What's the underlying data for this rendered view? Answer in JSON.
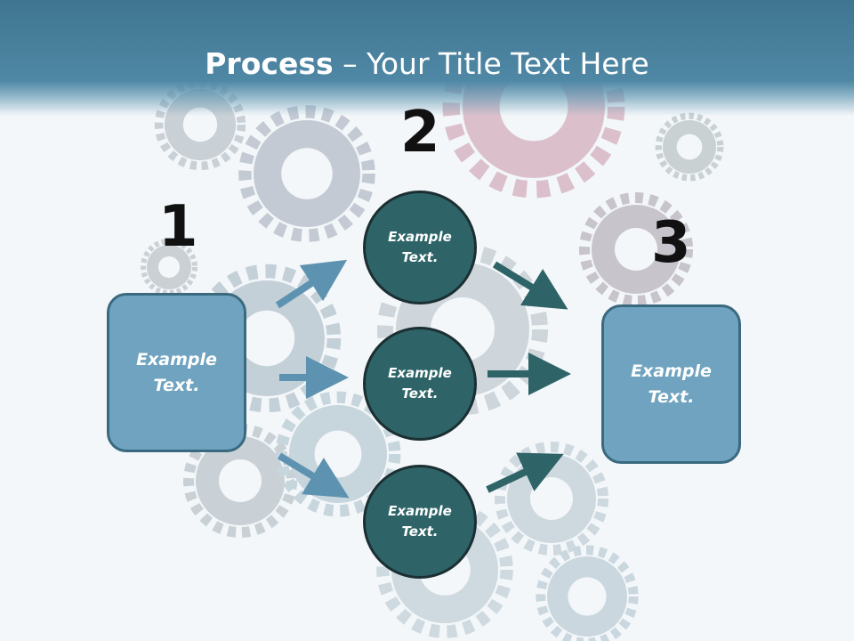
{
  "title": {
    "bold": "Process",
    "rest": " – Your Title Text Here"
  },
  "steps": {
    "n1": "1",
    "n2": "2",
    "n3": "3"
  },
  "left_box": {
    "line1": "Example",
    "line2": "Text."
  },
  "right_box": {
    "line1": "Example",
    "line2": "Text."
  },
  "circles": [
    {
      "line1": "Example",
      "line2": "Text."
    },
    {
      "line1": "Example",
      "line2": "Text."
    },
    {
      "line1": "Example",
      "line2": "Text."
    }
  ],
  "colors": {
    "header": "#4a82a0",
    "box": "#6fa3bf",
    "circle": "#2e6467",
    "arrow_light": "#5d93b0",
    "arrow_dark": "#2e6467"
  }
}
